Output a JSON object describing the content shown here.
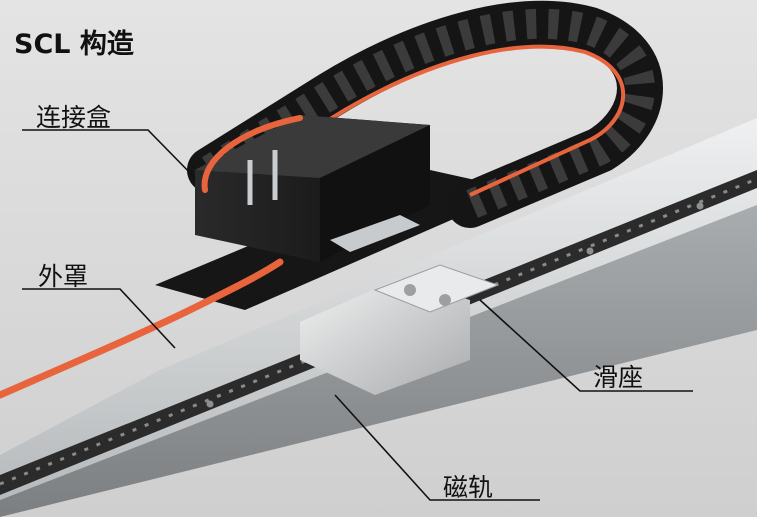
{
  "title": "SCL 构造",
  "labels": {
    "junction_box": "连接盒",
    "cover": "外罩",
    "slider": "滑座",
    "magnetic_track": "磁轨"
  },
  "colors": {
    "background": "#d9d9d9",
    "cable": "#e8643c",
    "chain": "#1c1c1c",
    "rail": "#c3c6c8",
    "leader": "#111111"
  }
}
